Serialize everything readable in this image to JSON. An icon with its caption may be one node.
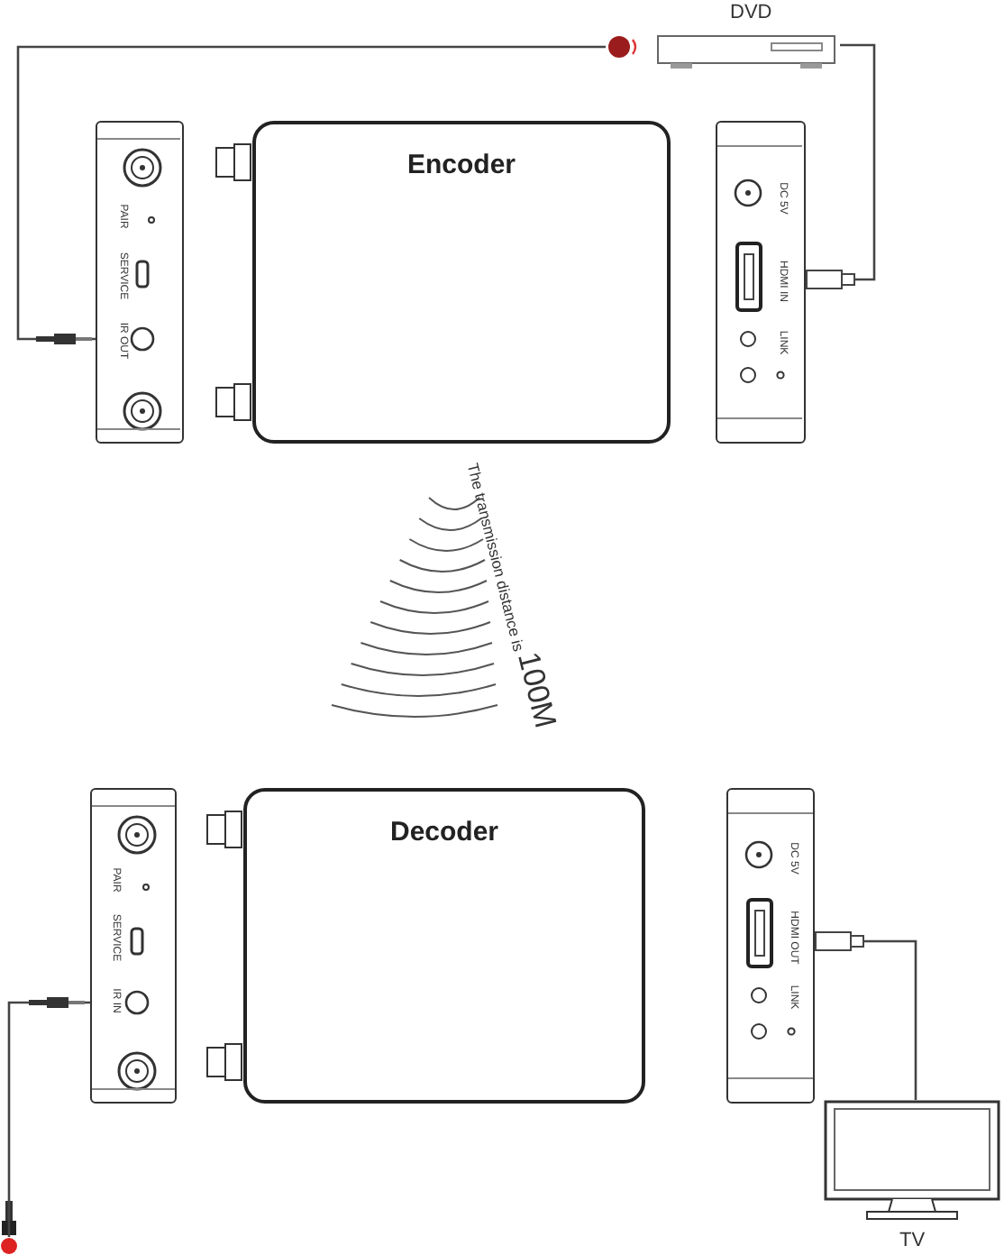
{
  "diagram": {
    "nodes": [
      {
        "text": [
          "DVD"
        ]
      },
      {
        "text": [],
        "shape": "circle"
      },
      {
        "text": [
          "PAIR",
          "SERVICE",
          "IR OUT"
        ]
      },
      {
        "text": [
          "Encoder"
        ]
      },
      {
        "text": [
          "DC 5V",
          "HDMI IN",
          "LINK"
        ]
      },
      {
        "text": [
          "PAIR",
          "SERVICE",
          "IR IN"
        ]
      },
      {
        "text": [
          "Decoder"
        ]
      },
      {
        "text": [
          "DC 5V",
          "HDMI OUT",
          "LINK"
        ]
      },
      {
        "text": [
          "TV"
        ]
      },
      {
        "text": [],
        "shape": "circle"
      }
    ],
    "edges": [
      {
        "from": 2,
        "to": 1,
        "arrow": "none"
      },
      {
        "from": 0,
        "to": 4,
        "arrow": "other"
      },
      {
        "from": 8,
        "to": 7,
        "arrow": "other"
      },
      {
        "from": 5,
        "to": 9,
        "arrow": "none"
      }
    ],
    "labels": [
      "The transmission distance is",
      "100M"
    ]
  }
}
